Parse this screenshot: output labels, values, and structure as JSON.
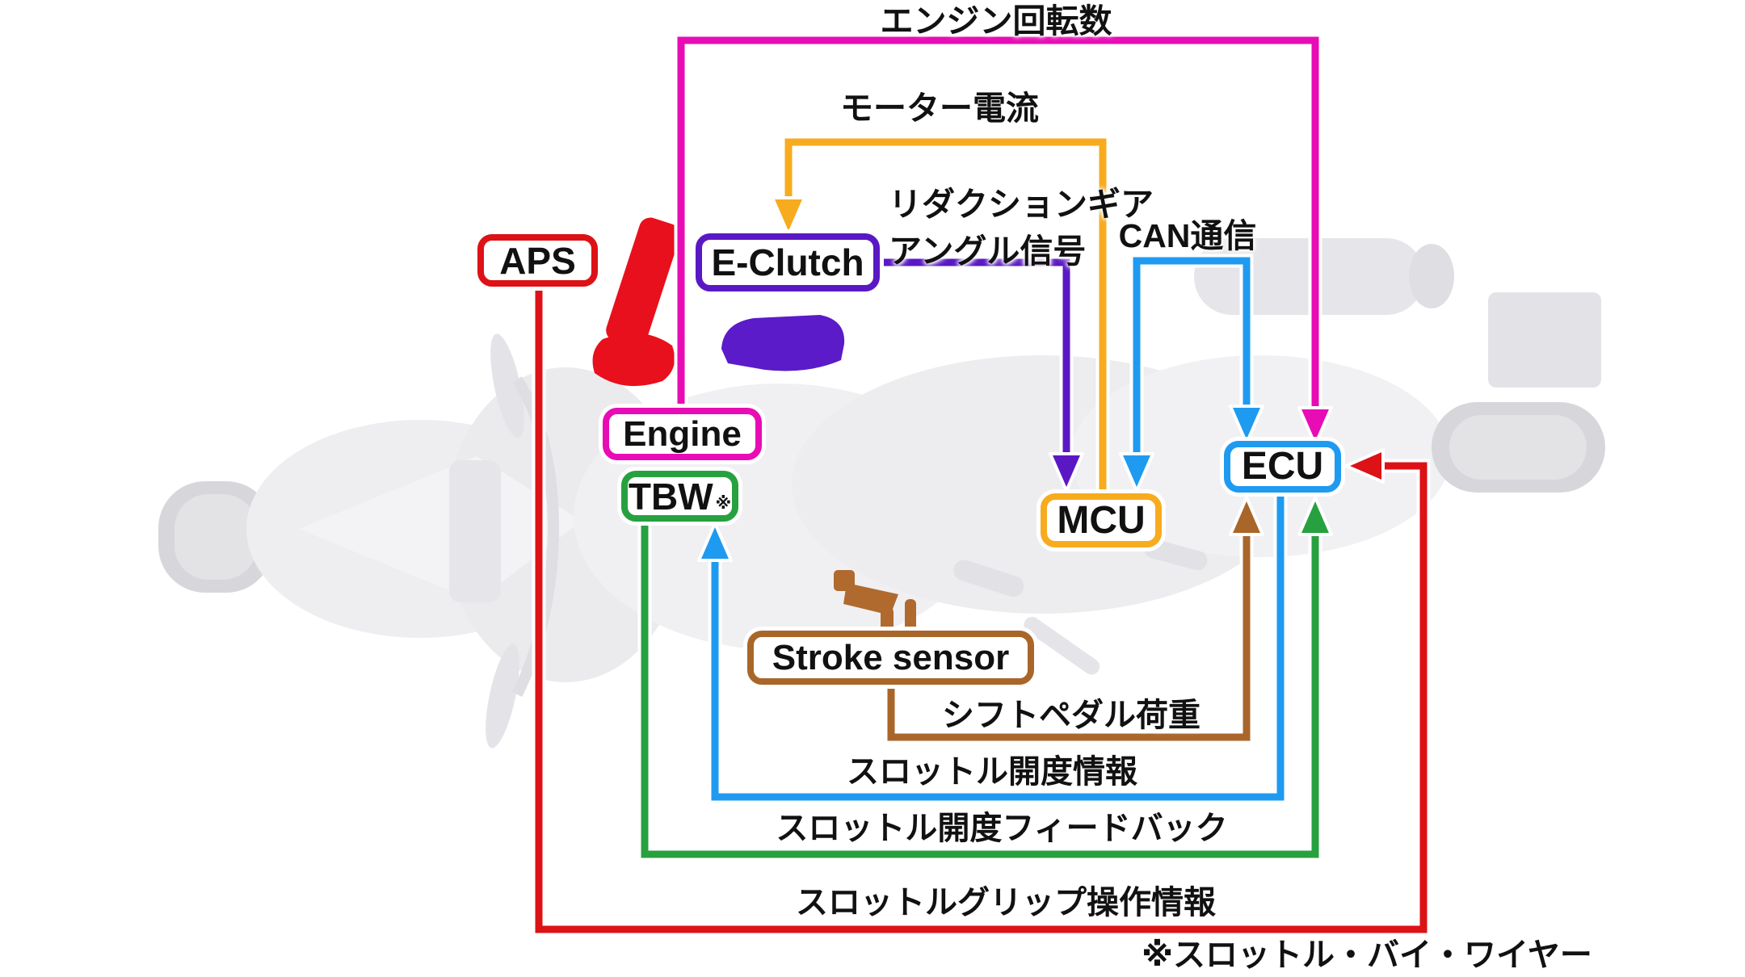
{
  "boxes": {
    "aps": "APS",
    "e_clutch": "E-Clutch",
    "engine": "Engine",
    "tbw": "TBW",
    "tbw_footnote_mark": "※",
    "mcu": "MCU",
    "ecu": "ECU",
    "stroke_sensor": "Stroke sensor"
  },
  "signal_labels": {
    "engine_rpm": "エンジン回転数",
    "motor_current": "モーター電流",
    "reduction_gear_angle_line1": "リダクションギア",
    "reduction_gear_angle_line2": "アングル信号",
    "can": "CAN通信",
    "shift_pedal_load": "シフトペダル荷重",
    "throttle_opening_info": "スロットル開度情報",
    "throttle_opening_feedback": "スロットル開度フィードバック",
    "throttle_grip_operation": "スロットルグリップ操作情報"
  },
  "footnote": "※スロットル・バイ・ワイヤー",
  "colors": {
    "engine_rpm": "#e80cb5",
    "motor_current": "#f7ab1e",
    "reduction_gear_angle": "#5a18c4",
    "can": "#1e9bf0",
    "shift_pedal_load": "#a9662a",
    "throttle_opening_info": "#1e9bf0",
    "throttle_opening_feedback": "#27a13f",
    "throttle_grip_operation": "#dc1217",
    "box_aps": "#dc1217",
    "box_e_clutch": "#5a18c4",
    "box_engine": "#e80cb5",
    "box_tbw": "#27a13f",
    "box_mcu": "#f7ab1e",
    "box_ecu": "#1e9bf0",
    "box_stroke_sensor": "#a9662a",
    "highlight_grip": "#e8101c",
    "highlight_clutch_unit": "#5b1bc8",
    "highlight_stroke_sensor": "#b06a2e",
    "text": "#111111"
  },
  "connections": [
    {
      "signal": "エンジン回転数",
      "from": "Engine",
      "to": "ECU"
    },
    {
      "signal": "モーター電流",
      "from": "MCU",
      "to": "E-Clutch"
    },
    {
      "signal": "リダクションギア アングル信号",
      "from": "E-Clutch",
      "to": "MCU"
    },
    {
      "signal": "CAN通信",
      "from": "MCU",
      "to": "ECU",
      "bidirectional": true
    },
    {
      "signal": "シフトペダル荷重",
      "from": "Stroke sensor",
      "to": "ECU"
    },
    {
      "signal": "スロットル開度情報",
      "from": "ECU",
      "to": "TBW"
    },
    {
      "signal": "スロットル開度フィードバック",
      "from": "TBW",
      "to": "ECU"
    },
    {
      "signal": "スロットルグリップ操作情報",
      "from": "APS",
      "to": "ECU"
    }
  ]
}
